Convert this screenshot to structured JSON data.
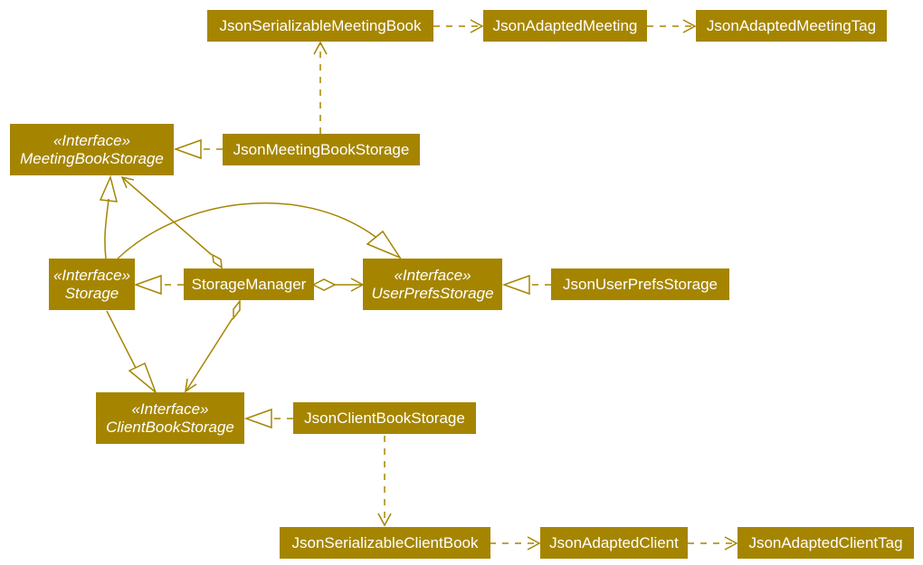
{
  "colors": {
    "box": "#A58500",
    "text": "#FFFFFF",
    "line": "#A58500"
  },
  "nodes": {
    "meeting_book_storage": {
      "stereotype": "«Interface»",
      "name": "MeetingBookStorage"
    },
    "storage": {
      "stereotype": "«Interface»",
      "name": "Storage"
    },
    "user_prefs_storage": {
      "stereotype": "«Interface»",
      "name": "UserPrefsStorage"
    },
    "client_book_storage": {
      "stereotype": "«Interface»",
      "name": "ClientBookStorage"
    },
    "json_serializable_meeting_book": {
      "name": "JsonSerializableMeetingBook"
    },
    "json_adapted_meeting": {
      "name": "JsonAdaptedMeeting"
    },
    "json_adapted_meeting_tag": {
      "name": "JsonAdaptedMeetingTag"
    },
    "json_meeting_book_storage": {
      "name": "JsonMeetingBookStorage"
    },
    "storage_manager": {
      "name": "StorageManager"
    },
    "json_user_prefs_storage": {
      "name": "JsonUserPrefsStorage"
    },
    "json_client_book_storage": {
      "name": "JsonClientBookStorage"
    },
    "json_serializable_client_book": {
      "name": "JsonSerializableClientBook"
    },
    "json_adapted_client": {
      "name": "JsonAdaptedClient"
    },
    "json_adapted_client_tag": {
      "name": "JsonAdaptedClientTag"
    }
  },
  "relations": [
    {
      "from": "json_serializable_meeting_book",
      "to": "json_adapted_meeting",
      "kind": "dependency"
    },
    {
      "from": "json_adapted_meeting",
      "to": "json_adapted_meeting_tag",
      "kind": "dependency"
    },
    {
      "from": "json_meeting_book_storage",
      "to": "json_serializable_meeting_book",
      "kind": "dependency"
    },
    {
      "from": "json_meeting_book_storage",
      "to": "meeting_book_storage",
      "kind": "realization"
    },
    {
      "from": "storage",
      "to": "meeting_book_storage",
      "kind": "generalization"
    },
    {
      "from": "storage",
      "to": "user_prefs_storage",
      "kind": "generalization"
    },
    {
      "from": "storage",
      "to": "client_book_storage",
      "kind": "generalization"
    },
    {
      "from": "storage_manager",
      "to": "storage",
      "kind": "realization"
    },
    {
      "from": "storage_manager",
      "to": "meeting_book_storage",
      "kind": "aggregation"
    },
    {
      "from": "storage_manager",
      "to": "user_prefs_storage",
      "kind": "aggregation"
    },
    {
      "from": "storage_manager",
      "to": "client_book_storage",
      "kind": "aggregation"
    },
    {
      "from": "json_user_prefs_storage",
      "to": "user_prefs_storage",
      "kind": "realization"
    },
    {
      "from": "json_client_book_storage",
      "to": "client_book_storage",
      "kind": "realization"
    },
    {
      "from": "json_client_book_storage",
      "to": "json_serializable_client_book",
      "kind": "dependency"
    },
    {
      "from": "json_serializable_client_book",
      "to": "json_adapted_client",
      "kind": "dependency"
    },
    {
      "from": "json_adapted_client",
      "to": "json_adapted_client_tag",
      "kind": "dependency"
    }
  ]
}
